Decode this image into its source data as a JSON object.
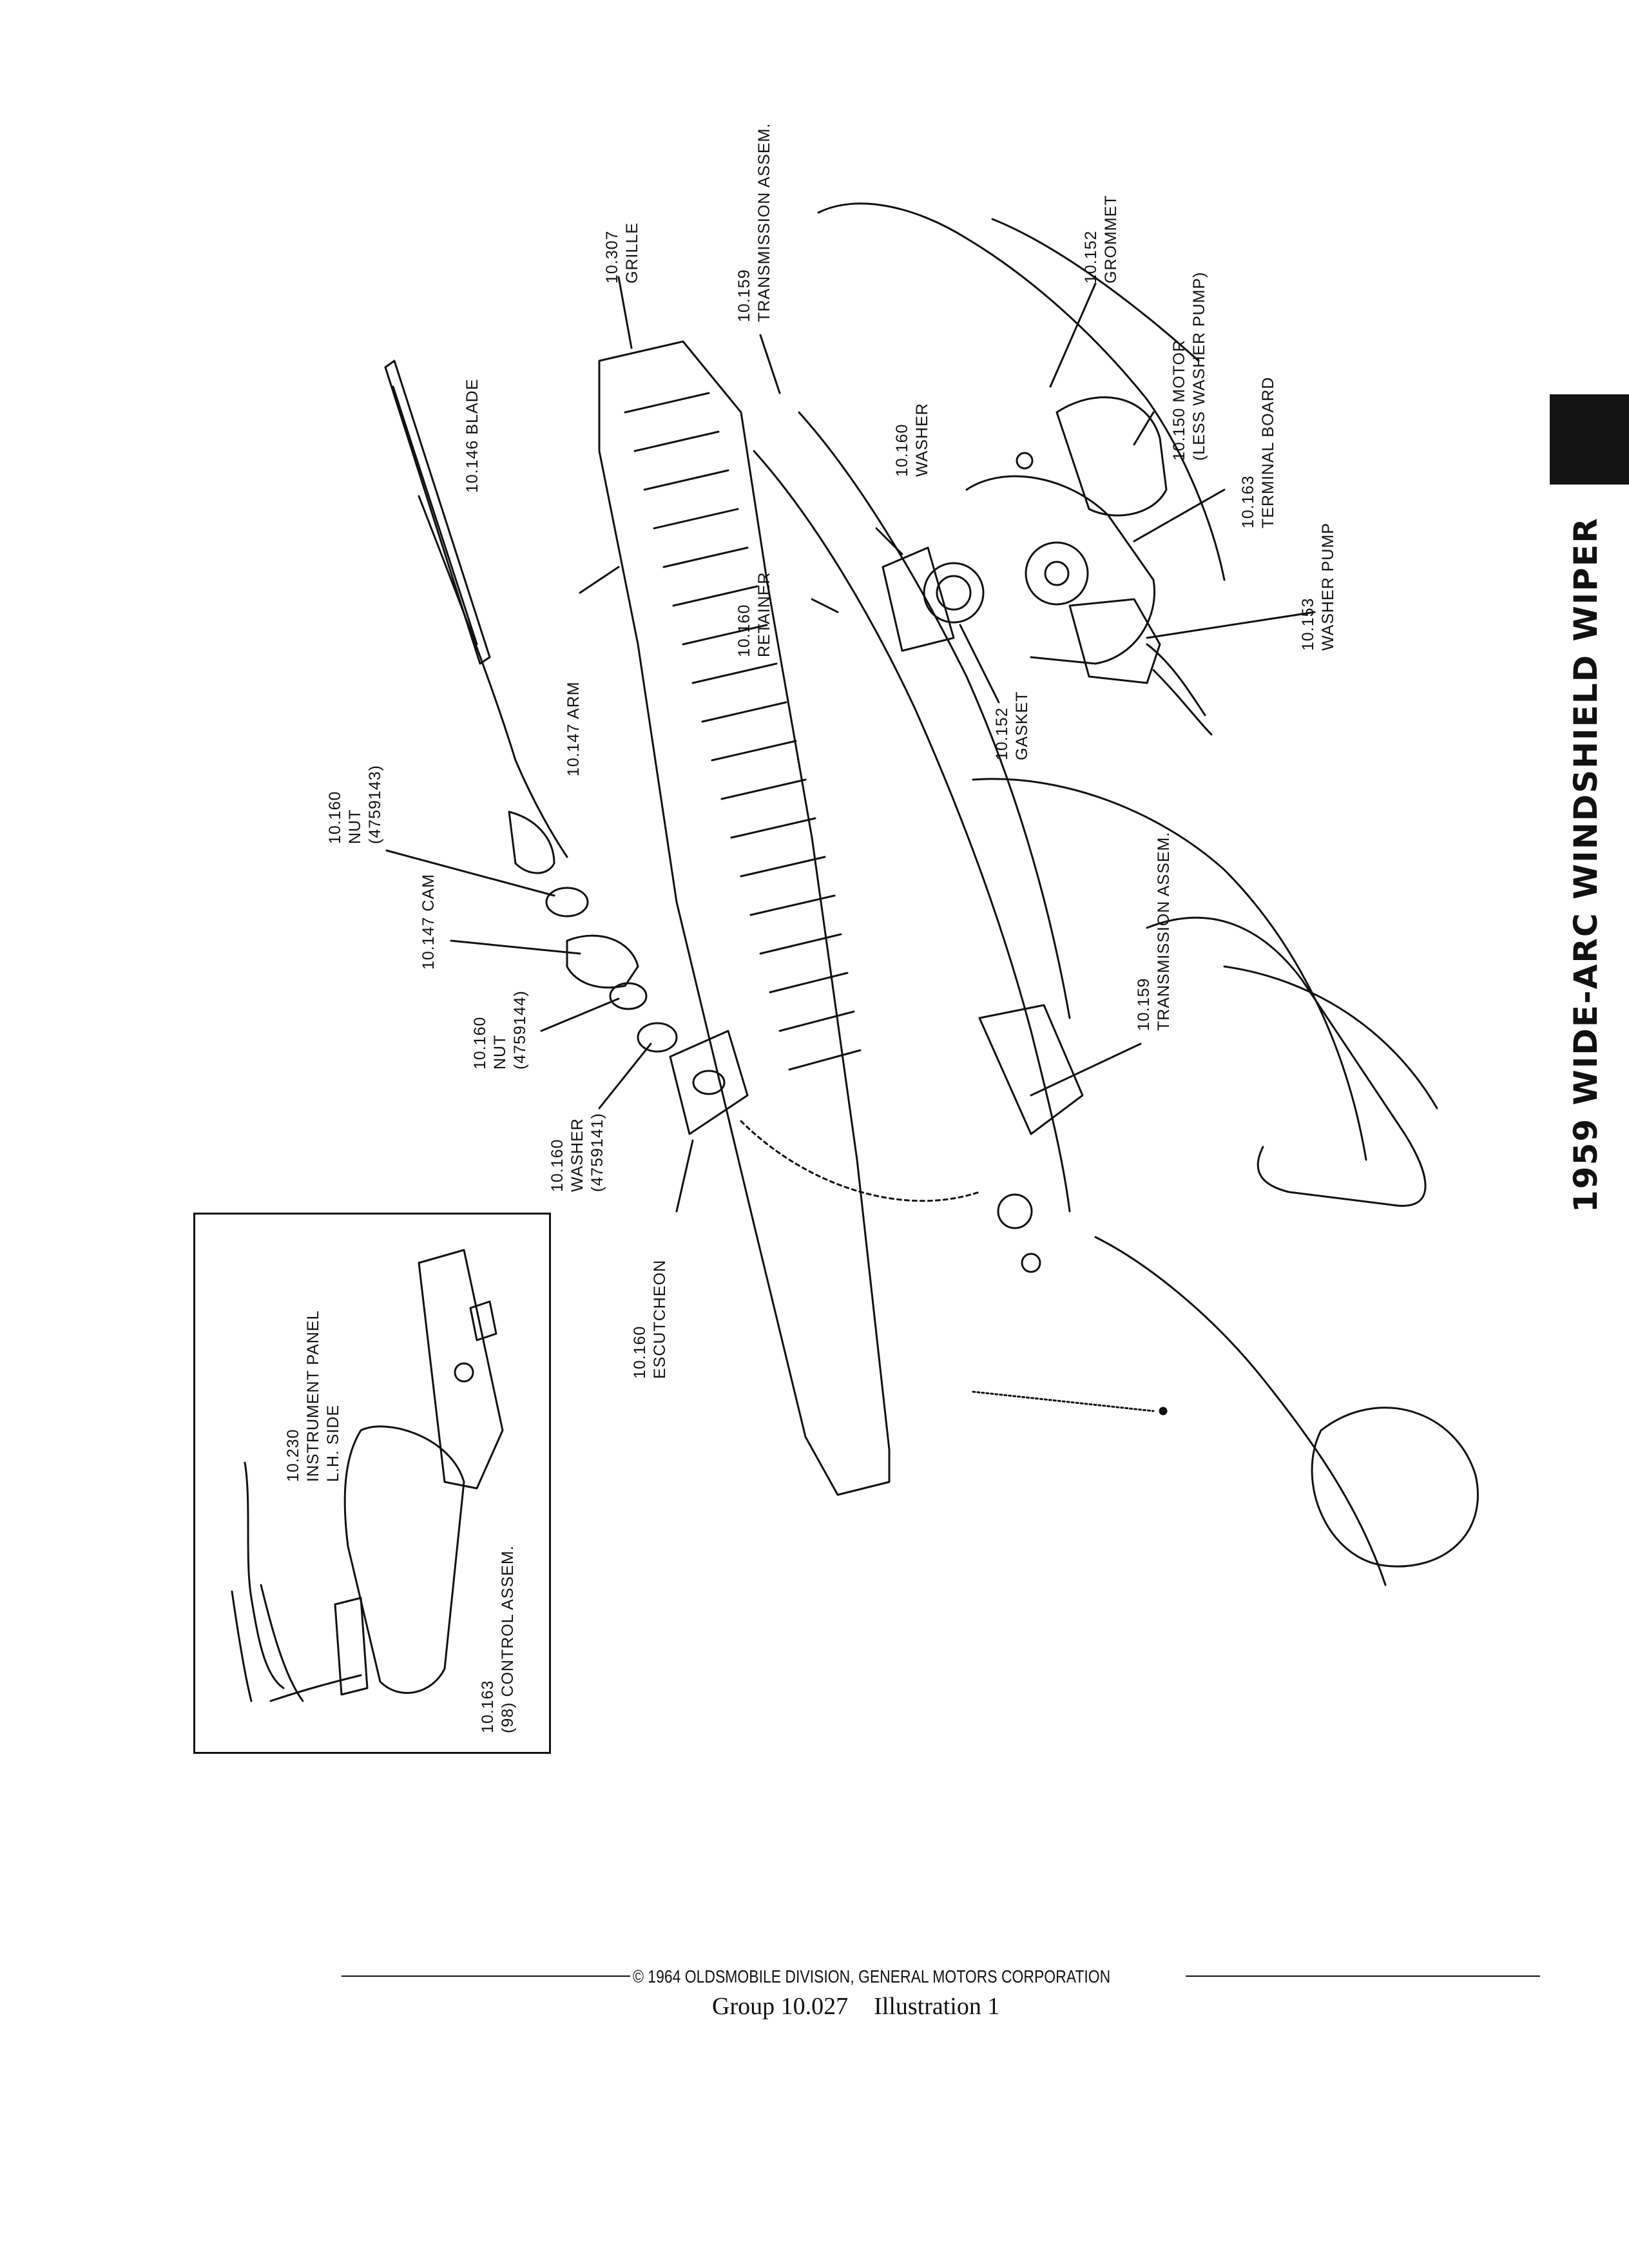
{
  "title": "1959 WIDE-ARC WINDSHIELD WIPER",
  "labels": {
    "grille": [
      "10.307",
      "GRILLE"
    ],
    "transmission_top": [
      "10.159",
      "TRANSMISSION ASSEM."
    ],
    "grommet": [
      "10.152",
      "GROMMET"
    ],
    "motor": [
      "10.150 MOTOR",
      "(LESS WASHER PUMP)"
    ],
    "blade": [
      "10.146 BLADE"
    ],
    "washer_top": [
      "10.160",
      "WASHER"
    ],
    "terminal_board": [
      "10.163",
      "TERMINAL BOARD"
    ],
    "retainer": [
      "10.160",
      "RETAINER"
    ],
    "washer_pump": [
      "10.153",
      "WASHER PUMP"
    ],
    "arm": [
      "10.147 ARM"
    ],
    "gasket": [
      "10.152",
      "GASKET"
    ],
    "nut_1": [
      "10.160",
      "NUT",
      "(4759143)"
    ],
    "cam": [
      "10.147 CAM"
    ],
    "transmission_lower": [
      "10.159",
      "TRANSMISSION ASSEM."
    ],
    "nut_2": [
      "10.160",
      "NUT",
      "(4759144)"
    ],
    "washer_lower": [
      "10.160",
      "WASHER",
      "(4759141)"
    ],
    "escutcheon": [
      "10.160",
      "ESCUTCHEON"
    ],
    "instrument_panel": [
      "10.230",
      "INSTRUMENT PANEL",
      "L.H. SIDE"
    ],
    "control_assem": [
      "10.163",
      "(98) CONTROL ASSEM."
    ]
  },
  "copyright": "© 1964 OLDSMOBILE DIVISION, GENERAL MOTORS CORPORATION",
  "caption": {
    "group": "Group 10.027",
    "illustration": "Illustration  1"
  },
  "colors": {
    "ink": "#111111",
    "paper": "#ffffff"
  }
}
